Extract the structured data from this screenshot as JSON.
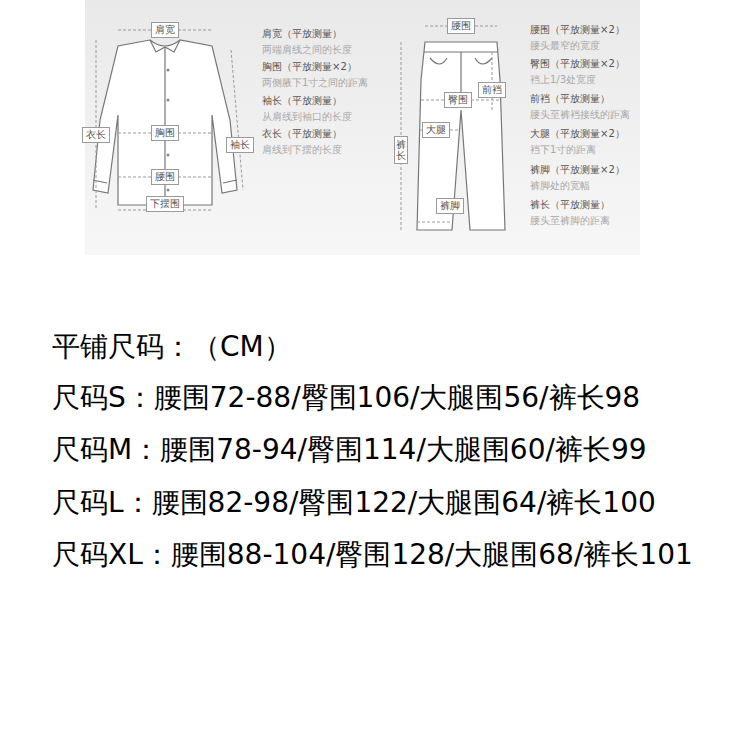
{
  "diagram": {
    "nodes": [
      {
        "text": [
          "肩宽"
        ]
      },
      {
        "text": [
          "衣长"
        ]
      },
      {
        "text": [
          "胸围"
        ]
      },
      {
        "text": [
          "袖长"
        ]
      },
      {
        "text": [
          "腰围"
        ]
      },
      {
        "text": [
          "下摆围"
        ]
      },
      {
        "text": [
          "腰围"
        ]
      },
      {
        "text": [
          "臀围"
        ]
      },
      {
        "text": [
          "前裆"
        ]
      },
      {
        "text": [
          "裤长"
        ]
      },
      {
        "text": [
          "大腿"
        ]
      },
      {
        "text": [
          "裤脚"
        ]
      }
    ],
    "labels": [
      "肩宽（平放测量）",
      "两端肩线之间的长度",
      "胸围（平放测量×2）",
      "两侧腋下1寸之间的距离",
      "袖长（平放测量）",
      "从肩线到袖口的长度",
      "衣长（平放测量）",
      "肩线到下摆的长度",
      "腰围（平放测量×2）",
      "腰头最窄的宽度",
      "臀围（平放测量×2）",
      "裆上1/3处宽度",
      "前裆（平放测量）",
      "腰头至裤裆接线的距离",
      "大腿（平放测量×2）",
      "裆下1寸的距离",
      "裤脚（平放测量×2）",
      "裤脚处的宽幅",
      "裤长（平放测量）",
      "腰头至裤脚的距离",
      "平铺尺码：（CM）",
      "尺码S：腰围72-88/臀围106/大腿围56/裤长98",
      "尺码M：腰围78-94/臀围114/大腿围60/裤长99",
      "尺码L：腰围82-98/臀围122/大腿围64/裤长100",
      "尺码XL：腰围88-104/臀围128/大腿围68/裤长101"
    ]
  }
}
